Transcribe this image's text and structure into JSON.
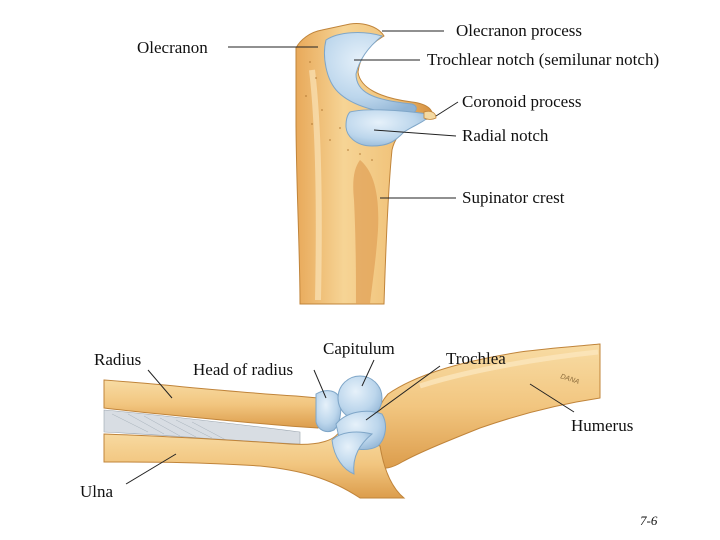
{
  "figure": {
    "top_view": {
      "labels": {
        "olecranon_process": "Olecranon process",
        "olecranon": "Olecranon",
        "trochlear_notch": "Trochlear notch (semilunar notch)",
        "coronoid_process": "Coronoid process",
        "radial_notch": "Radial notch",
        "supinator_crest": "Supinator crest"
      }
    },
    "bottom_view": {
      "labels": {
        "capitulum": "Capitulum",
        "radius": "Radius",
        "head_of_radius": "Head of radius",
        "trochlea": "Trochlea",
        "humerus": "Humerus",
        "ulna": "Ulna"
      },
      "artist_signature": "DANA"
    },
    "figure_number": "7-6"
  },
  "colors": {
    "bone": "#f0c47e",
    "bone_shadow": "#d99a45",
    "cartilage": "#bcd6ec",
    "cartilage_edge": "#7fa6c8",
    "ligament": "#d8dde3"
  }
}
